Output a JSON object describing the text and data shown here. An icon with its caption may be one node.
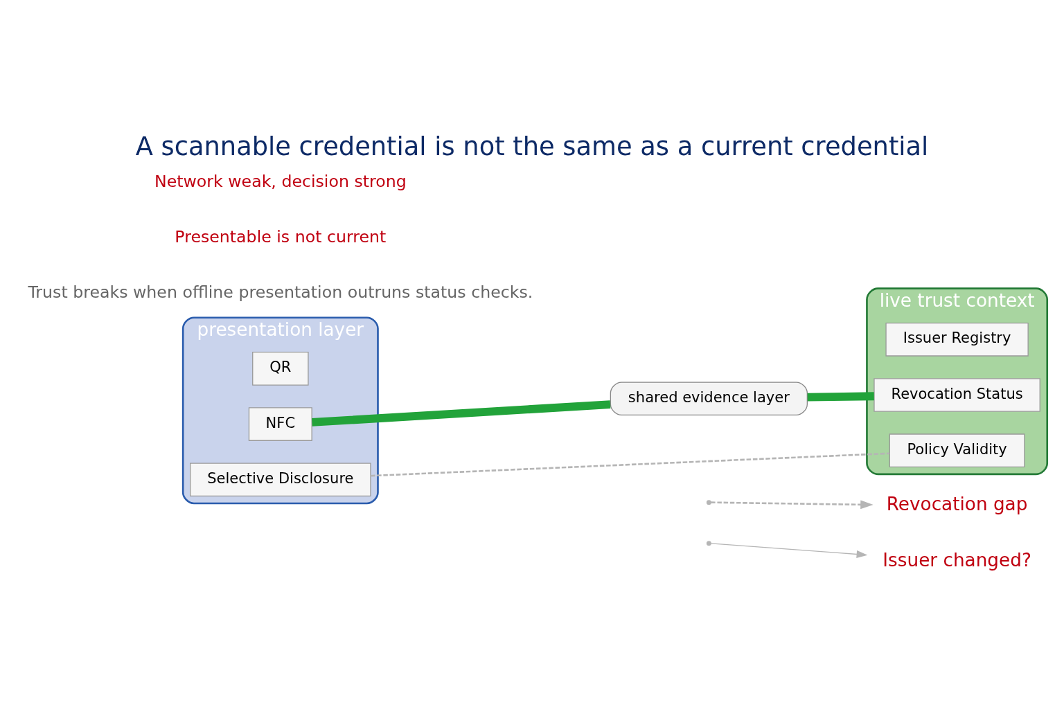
{
  "diagram": {
    "title": "A scannable credential is not the same as a current credential",
    "nodes": [
      {
        "text": [
          "presentation layer"
        ]
      },
      {
        "text": [
          "QR"
        ],
        "in": 0
      },
      {
        "text": [
          "NFC"
        ],
        "in": 0
      },
      {
        "text": [
          "Selective Disclosure"
        ],
        "in": 0
      },
      {
        "text": [
          "shared evidence layer"
        ]
      },
      {
        "text": [
          "live trust context"
        ]
      },
      {
        "text": [
          "Issuer Registry"
        ],
        "in": 5
      },
      {
        "text": [
          "Revocation Status"
        ],
        "in": 5
      },
      {
        "text": [
          "Policy Validity"
        ],
        "in": 5
      },
      {
        "text": [
          "Revocation gap"
        ]
      },
      {
        "text": [
          "Issuer changed?"
        ]
      }
    ],
    "edges": [
      {
        "from": 2,
        "to": 4,
        "arrow": "none",
        "style": "thick",
        "color": "#22a33a"
      },
      {
        "from": 4,
        "to": 7,
        "arrow": "none",
        "style": "thick",
        "color": "#22a33a"
      },
      {
        "from": 3,
        "to": 8,
        "arrow": "none",
        "style": "dashed",
        "color": "#b5b5b5"
      },
      {
        "from": null,
        "to": 9,
        "arrow": "to",
        "style": "dashed",
        "color": "#b5b5b5"
      },
      {
        "from": null,
        "to": 10,
        "arrow": "to",
        "color": "#b5b5b5"
      }
    ],
    "labels": [
      "Trust breaks when offline presentation outruns status checks.",
      "Presentable is not current",
      "Network weak, decision strong"
    ]
  }
}
